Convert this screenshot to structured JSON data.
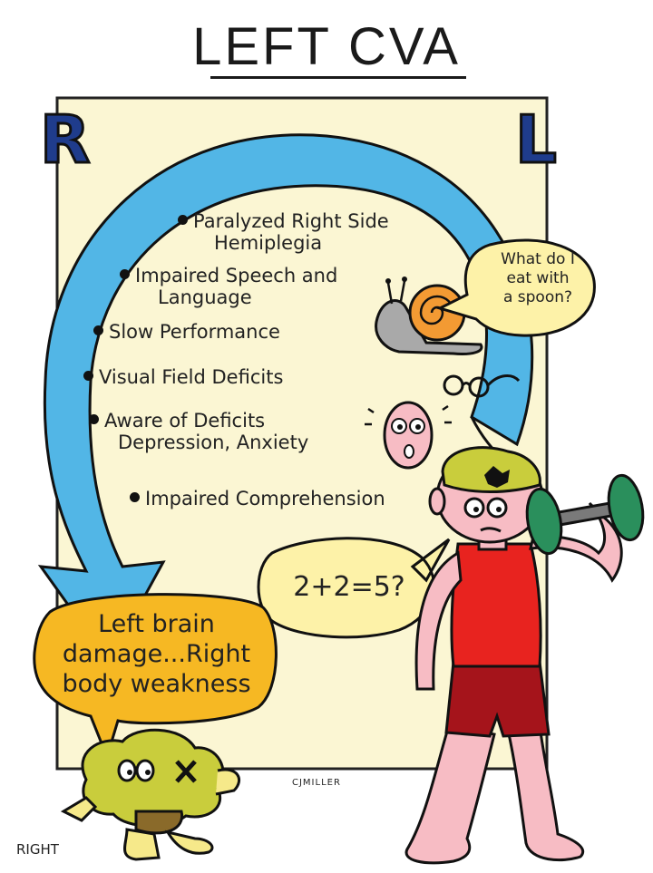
{
  "title": "LEFT CVA",
  "side_labels": {
    "right": "R",
    "left": "L"
  },
  "deficits": [
    {
      "line1": "Paralyzed Right Side",
      "line2": "Hemiplegia"
    },
    {
      "line1": "Impaired Speech and",
      "line2": "Language"
    },
    {
      "line1": "Slow Performance",
      "line2": ""
    },
    {
      "line1": "Visual Field Deficits",
      "line2": ""
    },
    {
      "line1": "Aware of Deficits",
      "line2": "Depression, Anxiety"
    },
    {
      "line1": "Impaired Comprehension",
      "line2": ""
    }
  ],
  "speech_bubbles": {
    "spoon": [
      "What do I",
      "eat with",
      "a spoon?"
    ],
    "math": "2+2=5?",
    "summary": [
      "Left brain",
      "damage...Right",
      "body weakness"
    ]
  },
  "signature": "CJMILLER",
  "corner_label": "RIGHT",
  "colors": {
    "panel": "#fbf6d3",
    "arrow": "#52b6e6",
    "brain": "#c9cd3c",
    "lesion": "#111111",
    "summary_bubble": "#f6b823",
    "speech_bubble": "#fdf2a8",
    "shirt": "#e8231f",
    "shorts": "#a5141b",
    "skin": "#f7bcc4",
    "dumbbell": "#2a8f5c",
    "snail_shell": "#f39a33"
  },
  "icons": [
    "curved-arrow-icon",
    "snail-icon",
    "glasses-icon",
    "worried-face-icon",
    "man-figure-icon",
    "dumbbell-icon",
    "brain-character-icon"
  ]
}
